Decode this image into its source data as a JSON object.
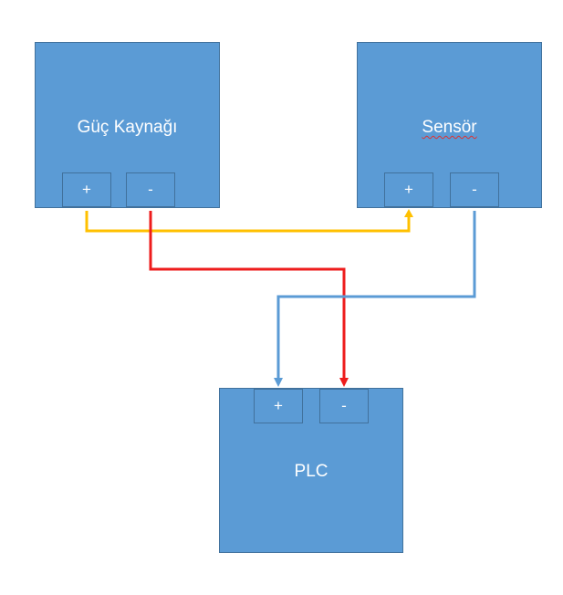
{
  "blocks": {
    "power_supply": {
      "title": "Güç Kaynağı",
      "plus": "+",
      "minus": "-"
    },
    "sensor": {
      "title": "Sensör",
      "plus": "+",
      "minus": "-"
    },
    "plc": {
      "title": "PLC",
      "plus": "+",
      "minus": "-"
    }
  },
  "colors": {
    "block_fill": "#5b9bd5",
    "block_border": "#41719c",
    "wire_positive": "#ffc000",
    "wire_negative": "#ee1c1c",
    "wire_signal": "#5b9bd5"
  }
}
